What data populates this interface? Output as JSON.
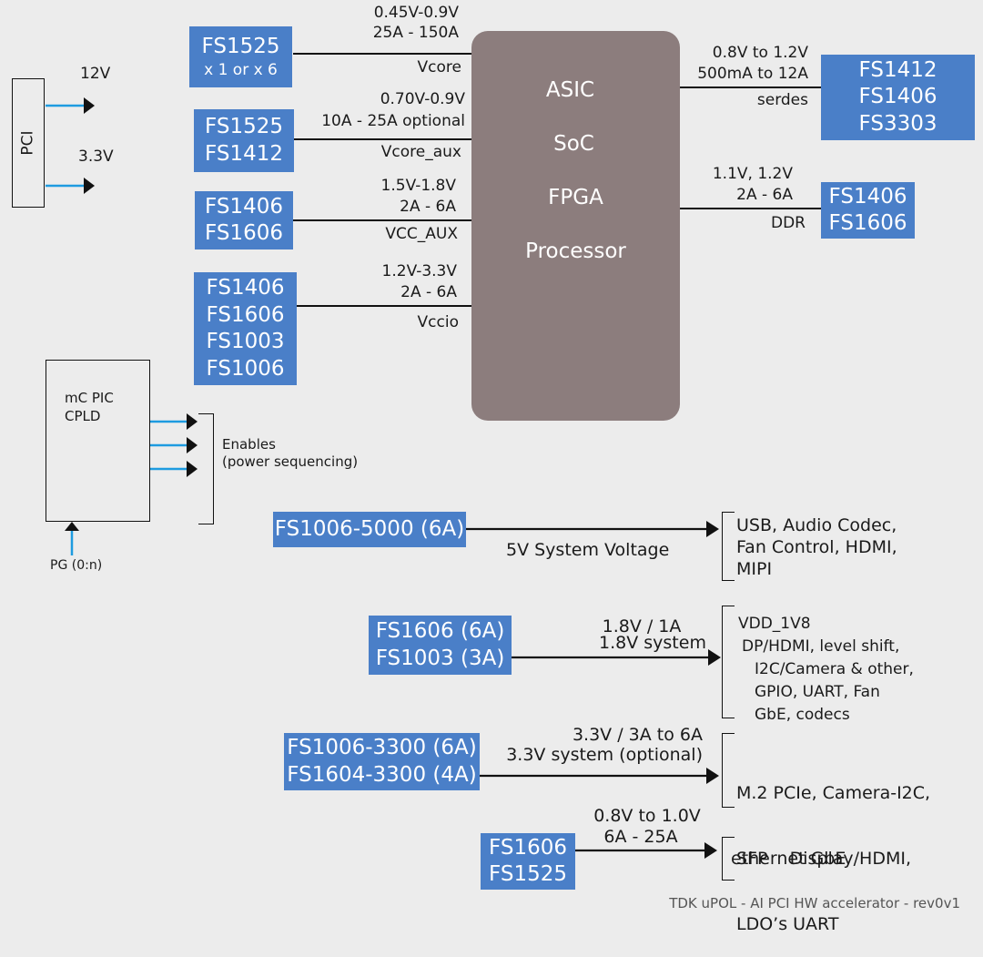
{
  "pci": {
    "label": "PCI",
    "v1": "12V",
    "v2": "3.3V"
  },
  "core": {
    "lines": [
      "ASIC",
      "SoC",
      "FPGA",
      "Processor"
    ]
  },
  "left_rails": [
    {
      "parts": [
        "FS1525",
        "x 1 or x 6"
      ],
      "spec": [
        "0.45V-0.9V",
        "25A - 150A"
      ],
      "rail": "Vcore"
    },
    {
      "parts": [
        "FS1525",
        "FS1412"
      ],
      "spec": [
        "0.70V-0.9V",
        "10A - 25A optional"
      ],
      "rail": "Vcore_aux"
    },
    {
      "parts": [
        "FS1406",
        "FS1606"
      ],
      "spec": [
        "1.5V-1.8V",
        "2A - 6A"
      ],
      "rail": "VCC_AUX"
    },
    {
      "parts": [
        "FS1406",
        "FS1606",
        "FS1003",
        "FS1006"
      ],
      "spec": [
        "1.2V-3.3V",
        "2A - 6A"
      ],
      "rail": "Vccio"
    }
  ],
  "right_rails": [
    {
      "parts": [
        "FS1412",
        "FS1406",
        "FS3303"
      ],
      "spec": [
        "0.8V to 1.2V",
        "500mA to 12A"
      ],
      "rail": "serdes"
    },
    {
      "parts": [
        "FS1406",
        "FS1606"
      ],
      "spec": [
        "1.1V, 1.2V",
        "2A - 6A"
      ],
      "rail": "DDR"
    }
  ],
  "controller": {
    "title": "mC  PIC",
    "subtitle": "CPLD",
    "enables": "Enables",
    "enables_note": "(power sequencing)",
    "pg": "PG (0:n)"
  },
  "system_rails": [
    {
      "parts": [
        "FS1006-5000 (6A)"
      ],
      "spec": [
        "5V System Voltage"
      ],
      "loads": [
        "USB, Audio Codec,",
        "Fan Control, HDMI,",
        "MIPI"
      ]
    },
    {
      "parts": [
        "FS1606 (6A)",
        "FS1003 (3A)"
      ],
      "spec": [
        "1.8V / 1A",
        "1.8V system"
      ],
      "loads": [
        "VDD_1V8",
        "DP/HDMI, level shift,",
        "I2C/Camera & other,",
        "GPIO, UART, Fan",
        "GbE, codecs"
      ]
    },
    {
      "parts": [
        "FS1006-3300 (6A)",
        "FS1604-3300 (4A)"
      ],
      "spec": [
        "3.3V /  3A to 6A",
        "3.3V system (optional)"
      ],
      "loads": [
        "M.2 PCIe, Camera-I2C,",
        "SFP    Display/HDMI,",
        "LDO’s UART"
      ]
    },
    {
      "parts": [
        "FS1606",
        "FS1525"
      ],
      "spec": [
        "0.8V to 1.0V",
        "6A - 25A"
      ],
      "loads": [
        "ethernet GbE"
      ]
    }
  ],
  "footer": "TDK uPOL - AI PCI HW accelerator - rev0v1",
  "colors": {
    "part_fill": "#4a7fc8",
    "core_fill": "#8c7d7d",
    "arrow_blue": "#1e9be0",
    "background": "#ececec"
  }
}
